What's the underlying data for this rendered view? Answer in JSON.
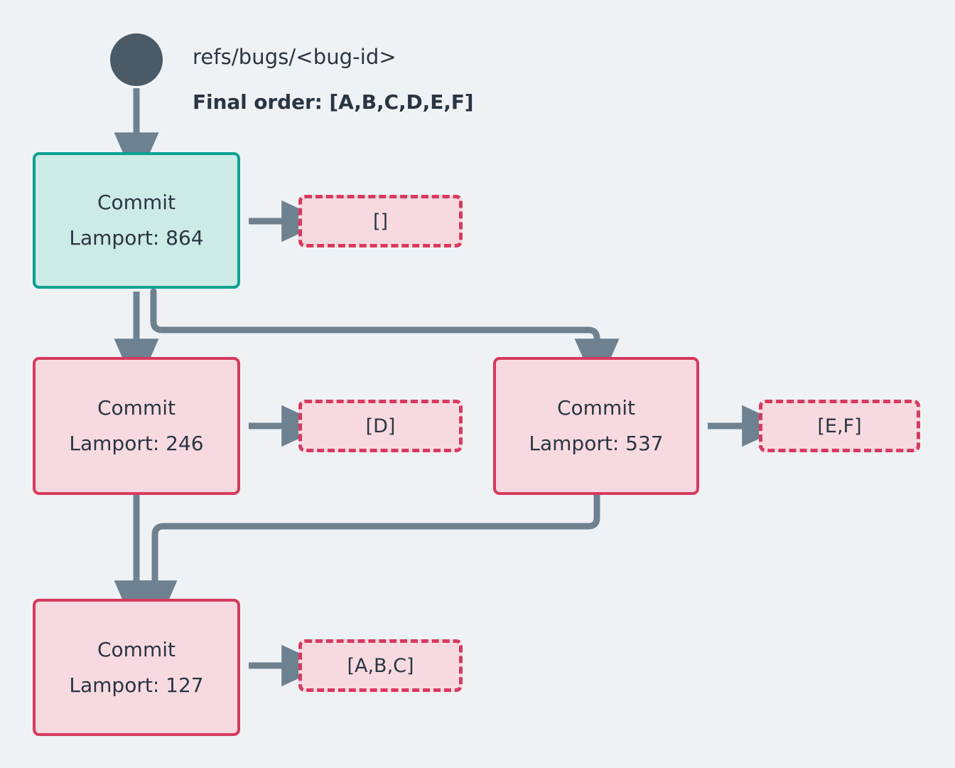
{
  "diagram": {
    "title": "refs/bugs/<bug-id>",
    "final_order_label": "Final order: [A,B,C,D,E,F]",
    "background_color": "#EFF2F5",
    "root_node_color": "#4A5A66",
    "edge_color": "#6E8190",
    "text_color": "#2A3542",
    "root_commit_fill": "#CCEAE6",
    "root_commit_border": "#0DA193",
    "pending_commit_fill": "#F7DAE0",
    "pending_commit_border": "#D63A5E",
    "nodes": [
      {
        "id": "commit-864",
        "title": "Commit",
        "lamport": "Lamport: 864",
        "state": "root",
        "payload": "[]"
      },
      {
        "id": "commit-246",
        "title": "Commit",
        "lamport": "Lamport: 246",
        "state": "pending",
        "payload": "[D]"
      },
      {
        "id": "commit-537",
        "title": "Commit",
        "lamport": "Lamport: 537",
        "state": "pending",
        "payload": "[E,F]"
      },
      {
        "id": "commit-127",
        "title": "Commit",
        "lamport": "Lamport: 127",
        "state": "pending",
        "payload": "[A,B,C]"
      }
    ]
  }
}
